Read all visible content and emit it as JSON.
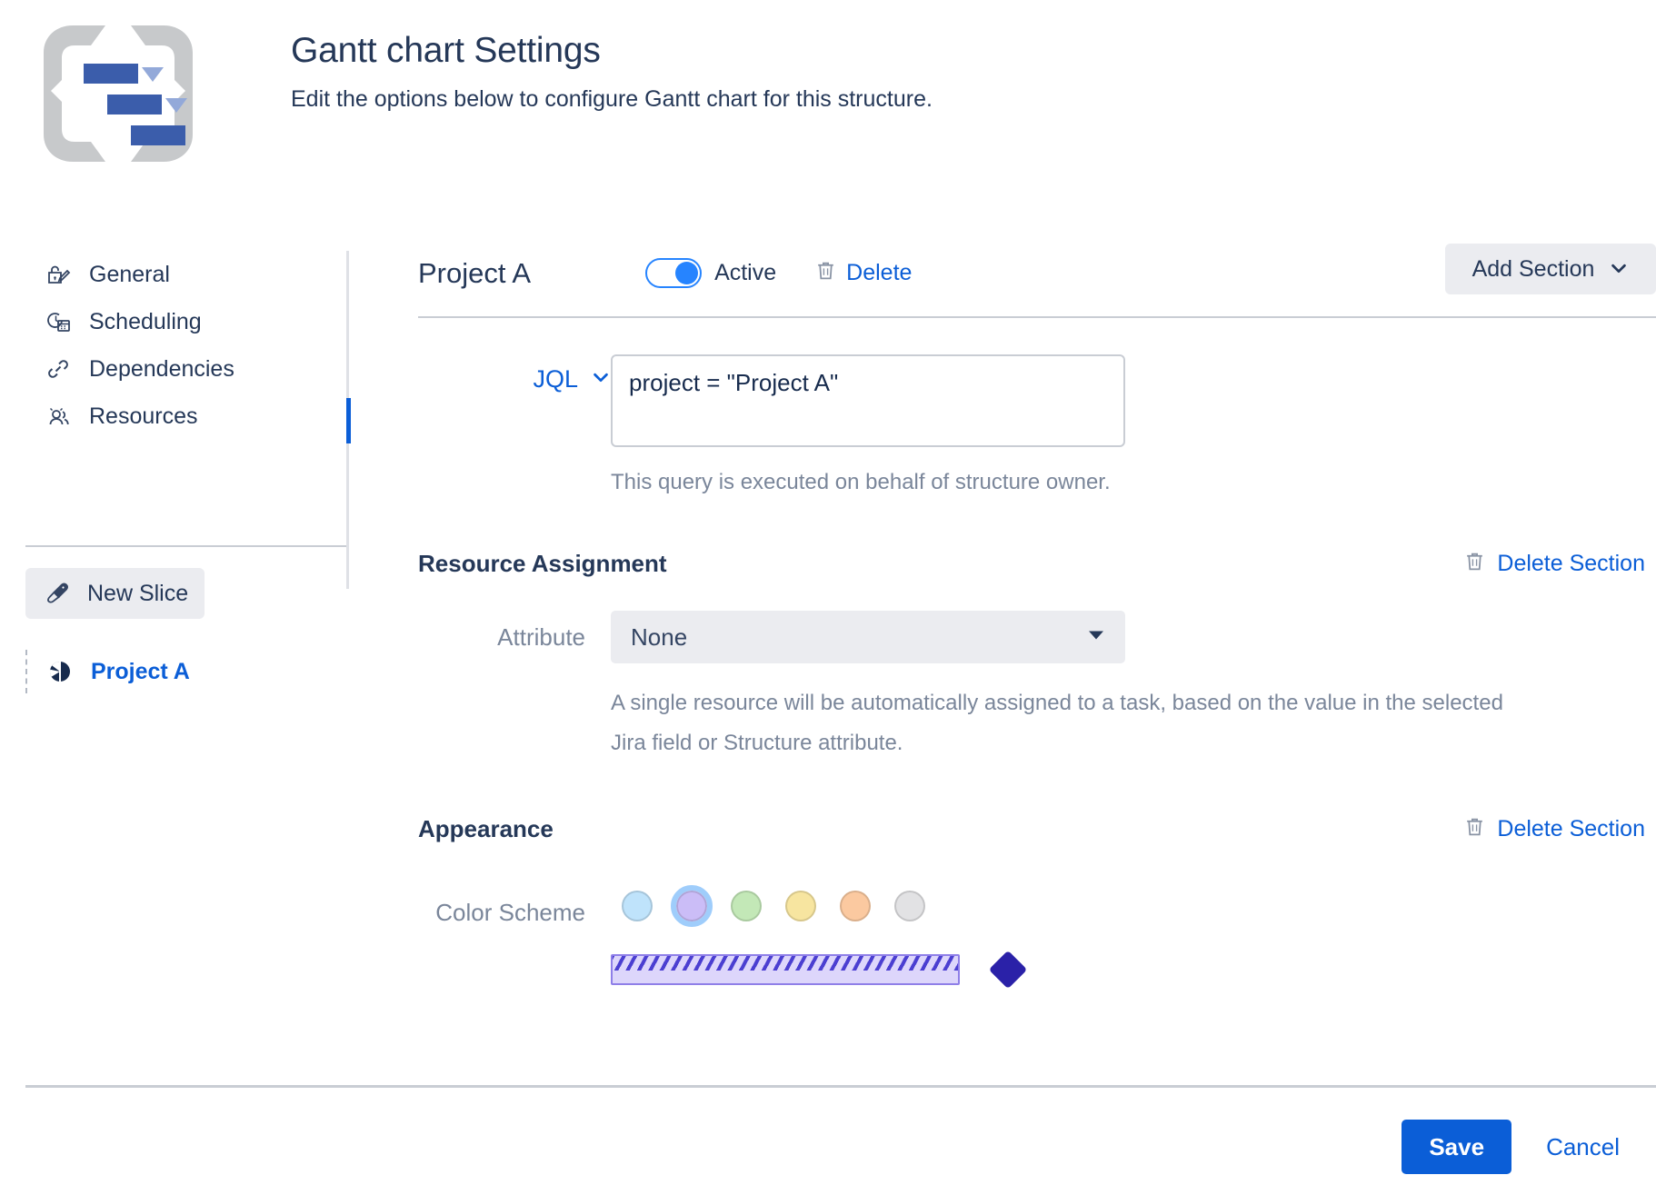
{
  "header": {
    "title": "Gantt chart Settings",
    "subtitle": "Edit the options below to configure Gantt chart for this structure.",
    "logo_icon": "gantt-brackets-logo"
  },
  "sidebar": {
    "items": [
      {
        "label": "General",
        "icon": "lock-pencil-icon"
      },
      {
        "label": "Scheduling",
        "icon": "clock-calendar-icon"
      },
      {
        "label": "Dependencies",
        "icon": "link-icon"
      },
      {
        "label": "Resources",
        "icon": "people-icon"
      }
    ],
    "new_slice": {
      "label": "New Slice",
      "icon": "knife-icon"
    },
    "slices": [
      {
        "label": "Project A",
        "icon": "pie-slice-icon",
        "selected": true
      }
    ]
  },
  "main": {
    "slice_title": "Project A",
    "toggle": {
      "label": "Active",
      "state": "on"
    },
    "delete_label": "Delete",
    "delete_icon": "trash-icon",
    "add_section": {
      "label": "Add Section",
      "icon": "chevron-down-icon"
    },
    "jql": {
      "type_label": "JQL",
      "type_icon": "chevron-down-icon",
      "query": "project = \"Project A\"",
      "placeholder": "",
      "hint": "This query is executed on behalf of structure owner."
    },
    "resource_assignment": {
      "title": "Resource Assignment",
      "delete_section_label": "Delete Section",
      "delete_section_icon": "trash-icon",
      "attribute_label": "Attribute",
      "attribute_value": "None",
      "attribute_caret_icon": "caret-down-icon",
      "hint": "A single resource will be automatically assigned to a task, based on the value in the selected Jira field or Structure attribute."
    },
    "appearance": {
      "title": "Appearance",
      "delete_section_label": "Delete Section",
      "delete_section_icon": "trash-icon",
      "color_scheme_label": "Color Scheme",
      "swatches": [
        {
          "name": "blue",
          "color": "#bfe3fb",
          "selected": false
        },
        {
          "name": "purple",
          "color": "#cbbdf7",
          "selected": true
        },
        {
          "name": "green",
          "color": "#c3e8b7",
          "selected": false
        },
        {
          "name": "yellow",
          "color": "#f7e5a0",
          "selected": false
        },
        {
          "name": "orange",
          "color": "#fbc9a0",
          "selected": false
        },
        {
          "name": "gray",
          "color": "#e2e2e4",
          "selected": false
        }
      ],
      "selection_ring_color": "#9fcdfb",
      "preview": {
        "bar_fill": "#ddd6fb",
        "bar_border": "#8f7fe8",
        "stripe_color": "#4b3fd1",
        "milestone_color": "#2a21a8"
      }
    }
  },
  "footer": {
    "save_label": "Save",
    "cancel_label": "Cancel",
    "save_color": "#0b5ed7"
  }
}
